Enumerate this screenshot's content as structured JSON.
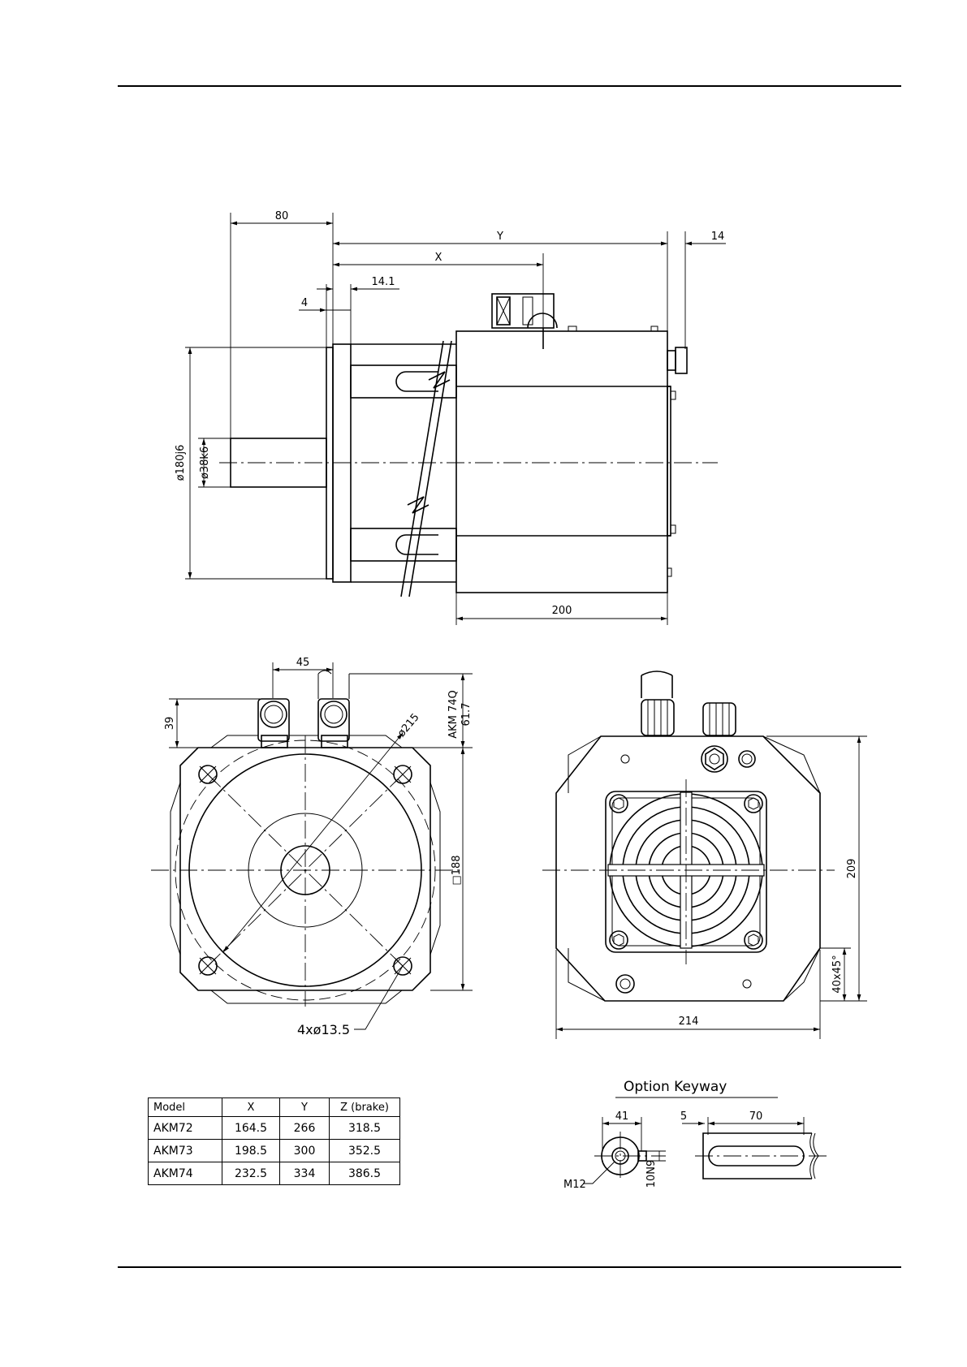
{
  "side_view": {
    "dim_80": "80",
    "dim_y": "Y",
    "dim_14": "14",
    "dim_x": "X",
    "dim_14_1": "14.1",
    "dim_4": "4",
    "dim_dia180": "ø180j6",
    "dim_dia38": "ø38k6",
    "dim_200": "200"
  },
  "front_view": {
    "dim_45": "45",
    "dim_39": "39",
    "dim_dia215": "ø215",
    "dim_akm74q": "AKM 74Q",
    "dim_61_7": "61.7",
    "dim_sq188": "□188",
    "dim_holes": "4xø13.5"
  },
  "rear_view": {
    "dim_209": "209",
    "dim_214": "214",
    "dim_chamfer": "40x45°"
  },
  "keyway": {
    "title": "Option Keyway",
    "dim_41": "41",
    "dim_5": "5",
    "dim_70": "70",
    "dim_m12": "M12",
    "dim_10n9": "10N9"
  },
  "table": {
    "headers": [
      "Model",
      "X",
      "Y",
      "Z (brake)"
    ],
    "rows": [
      [
        "AKM72",
        "164.5",
        "266",
        "318.5"
      ],
      [
        "AKM73",
        "198.5",
        "300",
        "352.5"
      ],
      [
        "AKM74",
        "232.5",
        "334",
        "386.5"
      ]
    ]
  }
}
